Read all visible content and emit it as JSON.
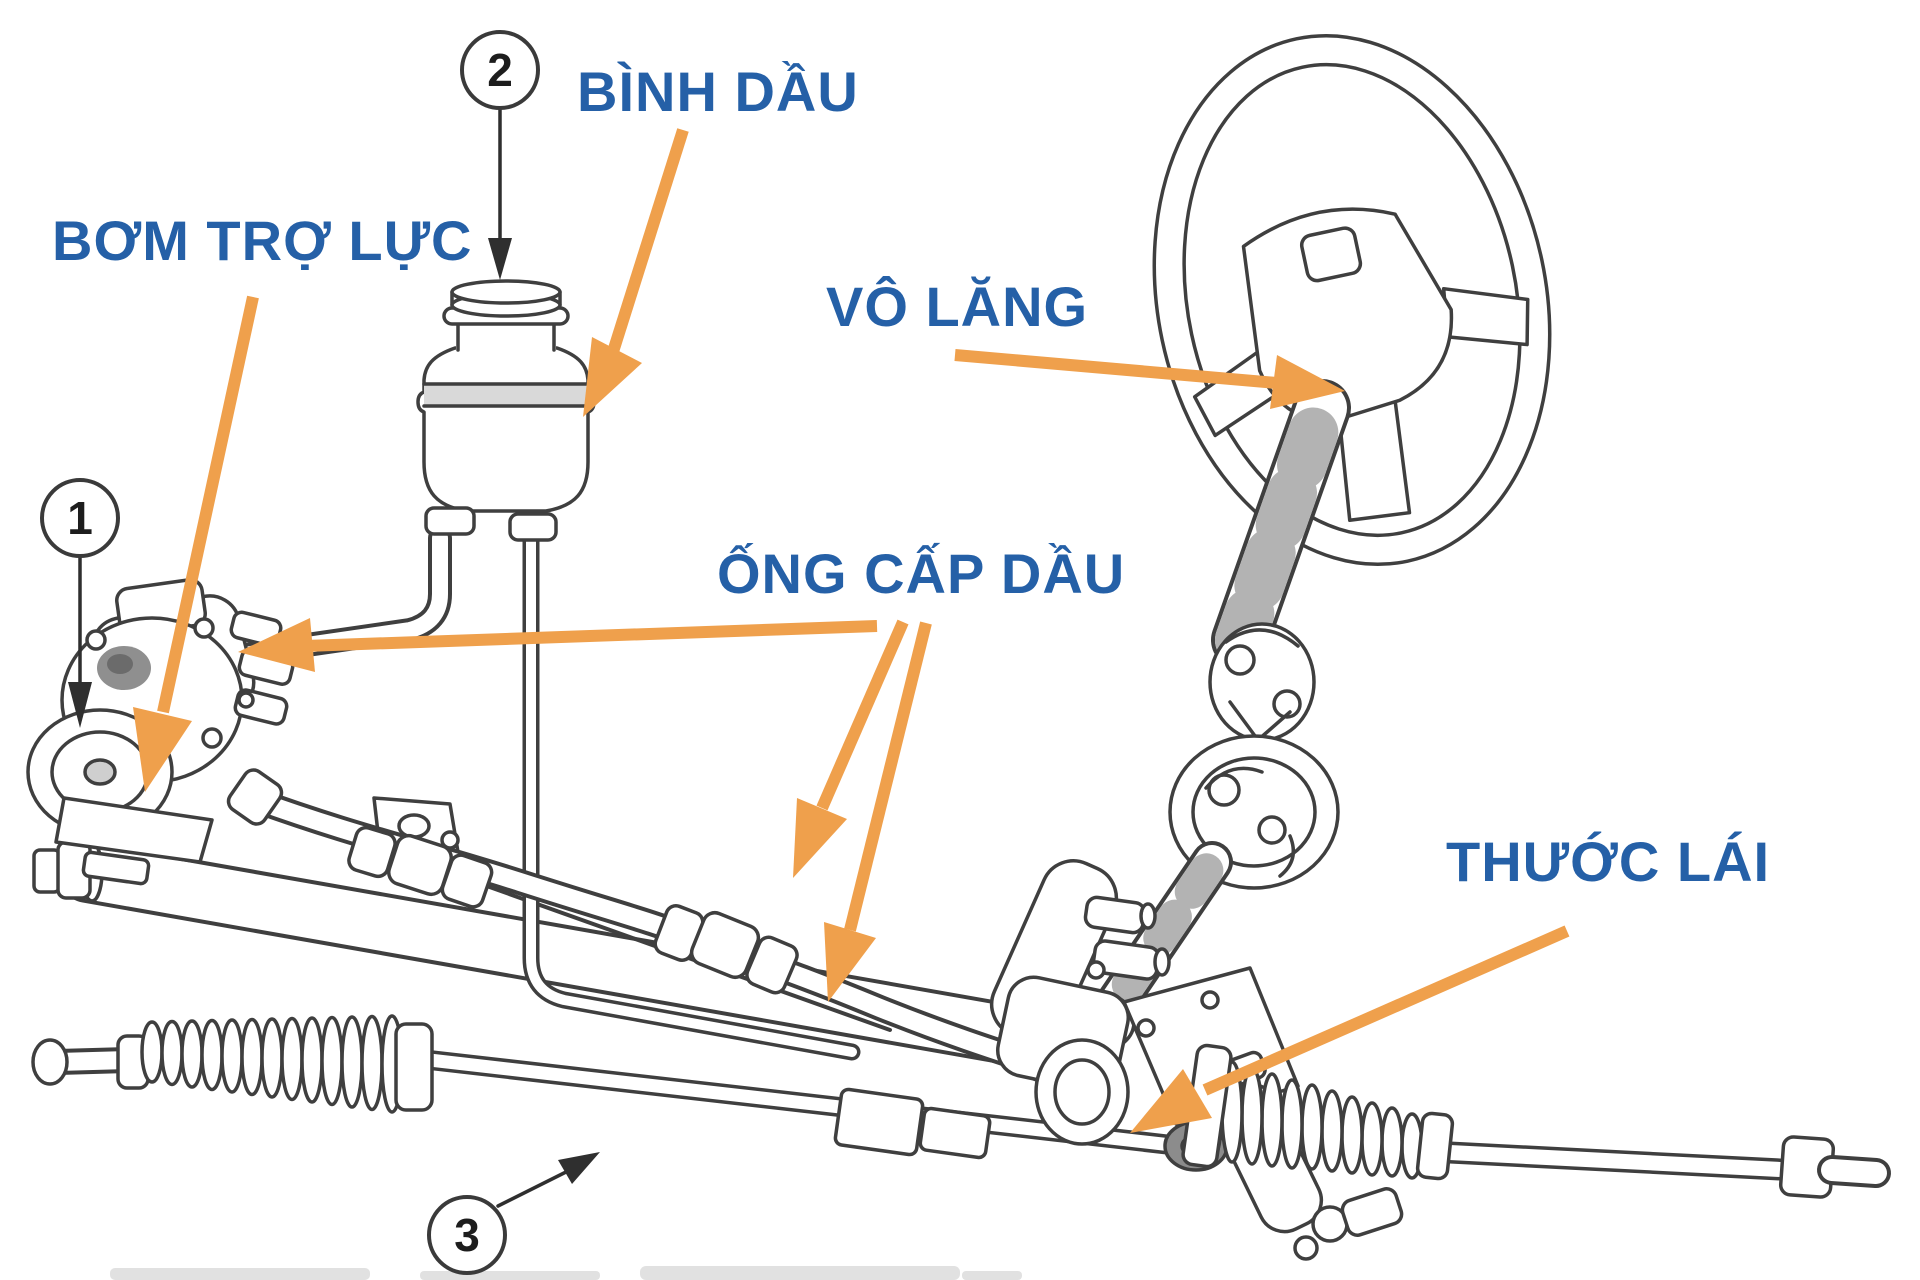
{
  "colors": {
    "label_blue": "#2560a7",
    "arrow_orange": "#EFA04C",
    "line_dark": "#3f3f3f",
    "background": "#ffffff"
  },
  "labels": {
    "pump": "BƠM TRỢ LỰC",
    "reservoir": "BÌNH DẦU",
    "steering_wheel": "VÔ LĂNG",
    "oil_supply_pipes": "ỐNG CẤP DẦU",
    "steering_rack": "THƯỚC LÁI"
  },
  "callouts": {
    "pump_number": "1",
    "reservoir_number": "2",
    "rack_number": "3"
  }
}
